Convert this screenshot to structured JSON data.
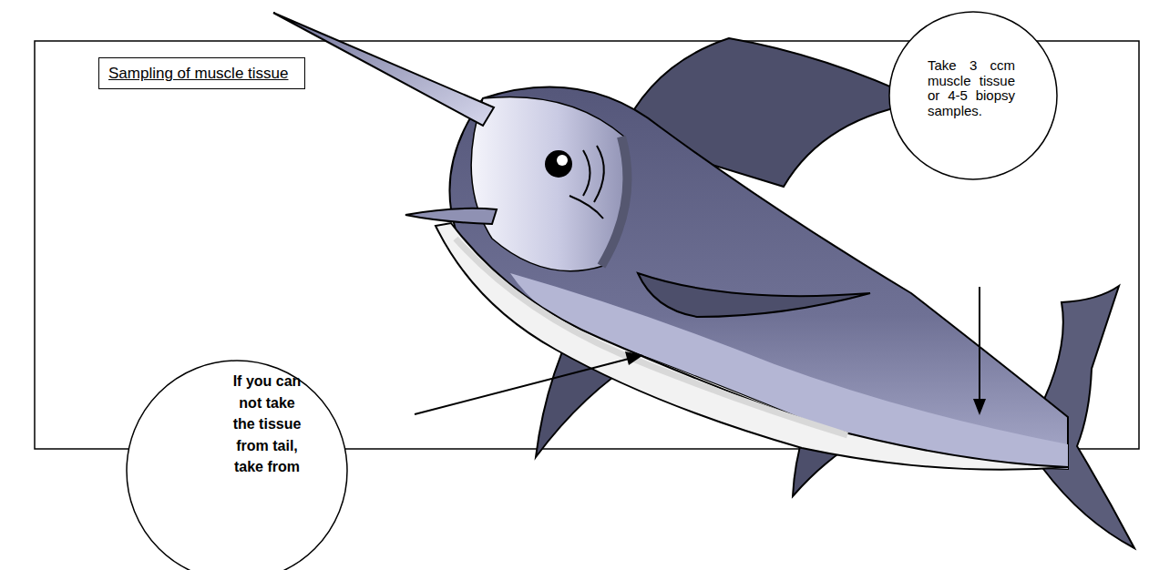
{
  "diagram": {
    "nodes": [
      {
        "text": [
          "Sampling of muscle tissue"
        ]
      },
      {
        "text": [
          "Take 3 ccm muscle tissue or 4-5 biopsy samples."
        ]
      },
      {
        "text": [
          "If you can not take the tissue from tail, take from"
        ]
      }
    ]
  }
}
